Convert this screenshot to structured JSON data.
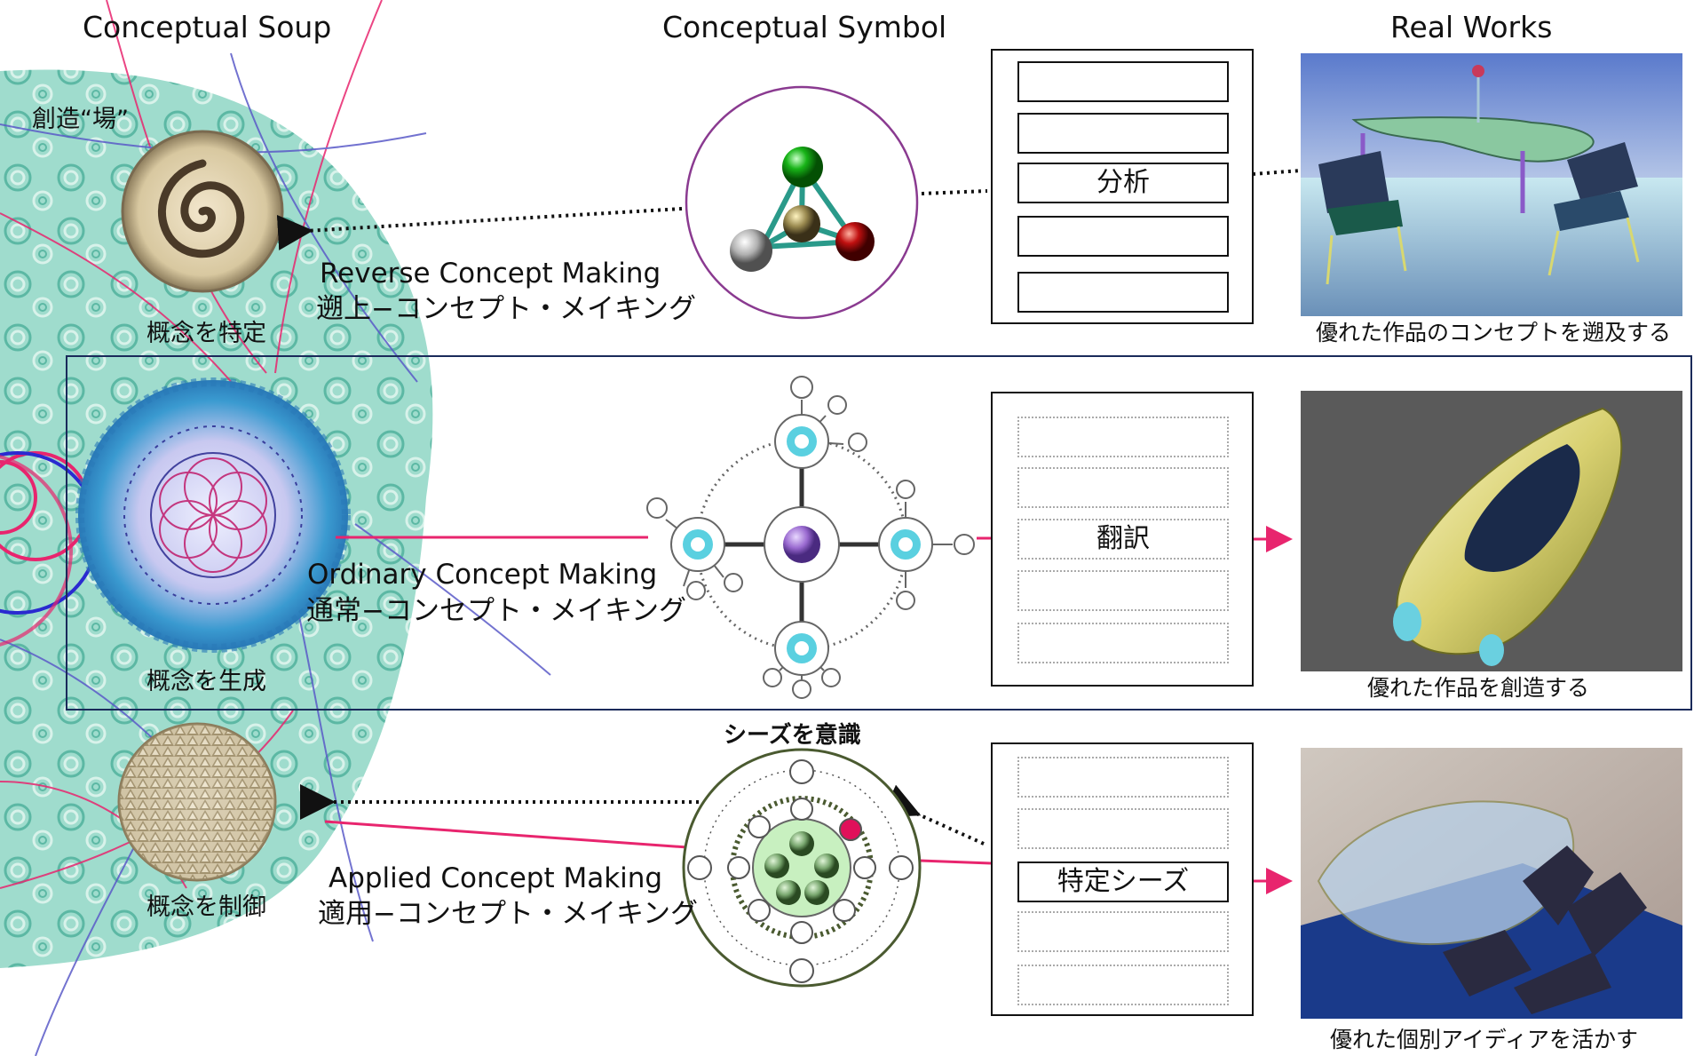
{
  "headers": {
    "soup": "Conceptual Soup",
    "symbol": "Conceptual Symbol",
    "works": "Real Works"
  },
  "soup": {
    "field_label": "創造“場”",
    "specify": "概念を特定",
    "generate": "概念を生成",
    "control": "概念を制御"
  },
  "rows": [
    {
      "concept_en": "Reverse Concept Making",
      "concept_ja": "遡上−コンセプト・メイキング",
      "box_word": "分析",
      "caption": "優れた作品のコンセプトを遡及する"
    },
    {
      "concept_en": "Ordinary Concept Making",
      "concept_ja": "通常−コンセプト・メイキング",
      "box_word": "翻訳",
      "caption": "優れた作品を創造する"
    },
    {
      "concept_en": "Applied Concept Making",
      "concept_ja": "適用−コンセプト・メイキング",
      "box_word": "特定シーズ",
      "caption": "優れた個別アイディアを活かす",
      "symbol_label": "シーズを意識"
    }
  ],
  "colors": {
    "accent_pink": "#e8256e",
    "soup_teal": "#8fd6c6",
    "frame_navy": "#1a2a5a",
    "sphere_green": "#18b418",
    "sphere_red": "#c01010",
    "hub_purple": "#9a6ad0"
  }
}
